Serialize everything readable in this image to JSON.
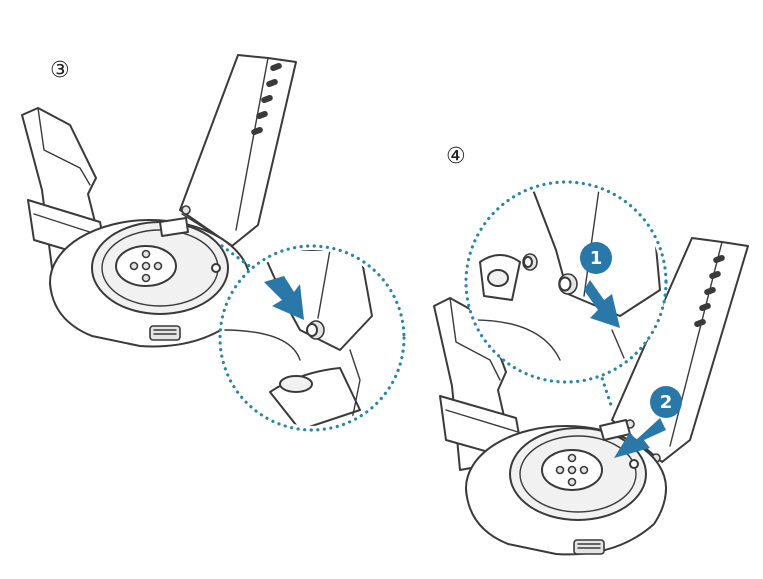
{
  "steps": {
    "step3": {
      "number": "③"
    },
    "step4": {
      "number": "④",
      "callout_1": "1",
      "callout_2": "2"
    }
  },
  "colors": {
    "accent": "#2a78a8",
    "dotted_ring": "#2a86a8",
    "line_art": "#3a3a3a"
  },
  "icons": [
    "arrow-icon",
    "numbered-badge-icon"
  ]
}
